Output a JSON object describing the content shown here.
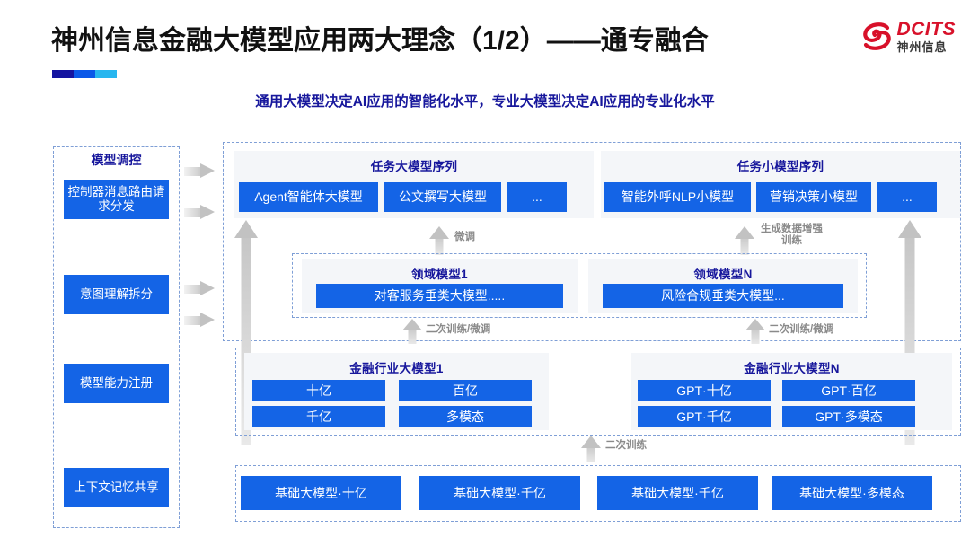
{
  "header": {
    "title": "神州信息金融大模型应用两大理念（1/2）——通专融合",
    "subtitle": "通用大模型决定AI应用的智能化水平，专业大模型决定AI应用的专业化水平",
    "logo": {
      "en": "DCITS",
      "cn": "神州信息",
      "icon": "dcits-swirl-icon",
      "color": "#d8112a"
    }
  },
  "colors": {
    "box_blue": "#1464e6",
    "heading_navy": "#17179c",
    "dashed_border": "#7f9fd6",
    "panel_bg": "#f4f6f9",
    "arrow_gray": "#c2c2c2"
  },
  "sidebar": {
    "title": "模型调控",
    "items": [
      {
        "label": "控制器消息路由请求分发"
      },
      {
        "label": "意图理解拆分"
      },
      {
        "label": "模型能力注册"
      },
      {
        "label": "上下文记忆共享"
      }
    ]
  },
  "task_models": {
    "left": {
      "title": "任务大模型序列",
      "boxes": [
        "Agent智能体大模型",
        "公文撰写大模型",
        "..."
      ]
    },
    "right": {
      "title": "任务小模型序列",
      "boxes": [
        "智能外呼NLP小模型",
        "营销决策小模型",
        "..."
      ]
    }
  },
  "domain_models": {
    "left": {
      "title": "领域模型1",
      "box": "对客服务垂类大模型....."
    },
    "right": {
      "title": "领域模型N",
      "box": "风险合规垂类大模型..."
    }
  },
  "industry_models": {
    "left": {
      "title": "金融行业大模型1",
      "boxes": [
        "十亿",
        "百亿",
        "千亿",
        "多模态"
      ]
    },
    "right": {
      "title": "金融行业大模型N",
      "boxes": [
        "GPT·十亿",
        "GPT·百亿",
        "GPT·千亿",
        "GPT·多模态"
      ]
    }
  },
  "base_models": {
    "boxes": [
      "基础大模型·十亿",
      "基础大模型·千亿",
      "基础大模型·千亿",
      "基础大模型·多模态"
    ]
  },
  "arrow_labels": {
    "finetune": "微调",
    "data_aug": "生成数据增强\n训练",
    "retrain_finetune_left": "二次训练/微调",
    "retrain_finetune_right": "二次训练/微调",
    "retrain": "二次训练"
  }
}
